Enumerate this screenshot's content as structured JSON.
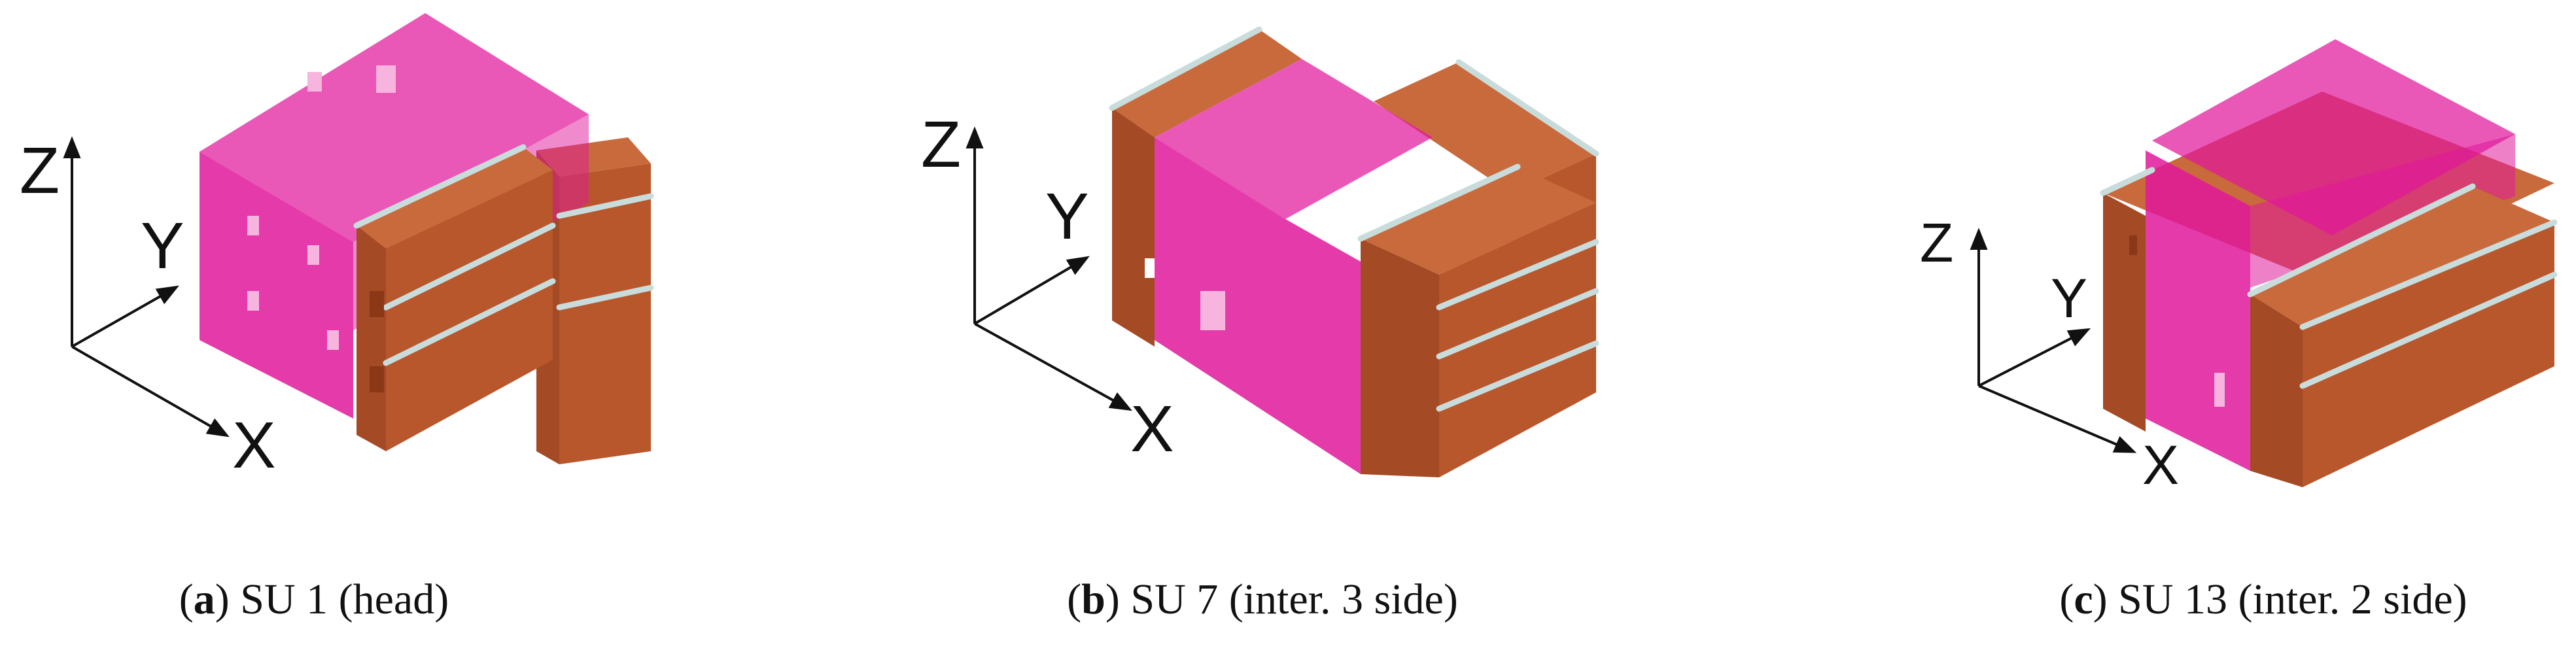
{
  "panels": [
    {
      "letter": "a",
      "caption": "SU 1 (head)",
      "axes": {
        "z": "Z",
        "y": "Y",
        "x": "X"
      }
    },
    {
      "letter": "b",
      "caption": "SU 7 (inter. 3 side)",
      "axes": {
        "z": "Z",
        "y": "Y",
        "x": "X"
      }
    },
    {
      "letter": "c",
      "caption": "SU 13 (inter. 2 side)",
      "axes": {
        "z": "Z",
        "y": "Y",
        "x": "X"
      }
    }
  ],
  "colors": {
    "highlighted_unit": "#e0179b",
    "masonry_front": "#b8562c",
    "masonry_top": "#c96a3c",
    "masonry_side": "#a44a24",
    "slab_edge": "#c8dcdc"
  }
}
